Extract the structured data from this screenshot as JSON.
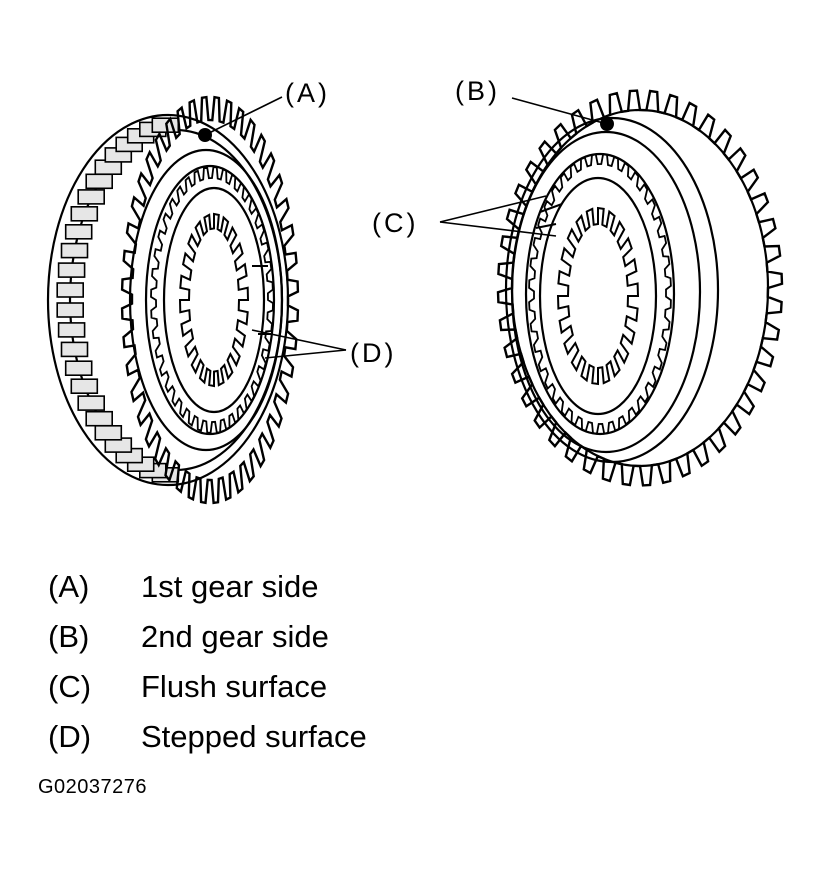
{
  "callouts": {
    "a": "(A)",
    "b": "(B)",
    "c": "(C)",
    "d": "(D)"
  },
  "legend": [
    {
      "key": "(A)",
      "description": "1st gear side"
    },
    {
      "key": "(B)",
      "description": "2nd gear side"
    },
    {
      "key": "(C)",
      "description": "Flush surface"
    },
    {
      "key": "(D)",
      "description": "Stepped surface"
    }
  ],
  "figure_id": "G02037276",
  "colors": {
    "ink": "#000000",
    "paper": "#ffffff",
    "tooth_face": "#e6e6e6"
  }
}
